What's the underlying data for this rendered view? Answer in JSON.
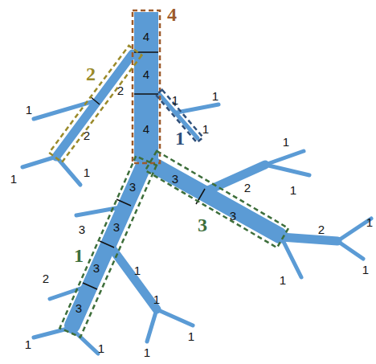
{
  "diagram": {
    "labels": [
      "4",
      "4",
      "4",
      "4",
      "2",
      "2",
      "2",
      "1",
      "1",
      "1",
      "1",
      "1",
      "1",
      "1",
      "1",
      "3",
      "3",
      "3",
      "3",
      "3",
      "1",
      "2",
      "1",
      "1",
      "1",
      "1",
      "1",
      "3",
      "3",
      "3",
      "2",
      "1",
      "1",
      "2",
      "1",
      "1",
      "1"
    ]
  }
}
